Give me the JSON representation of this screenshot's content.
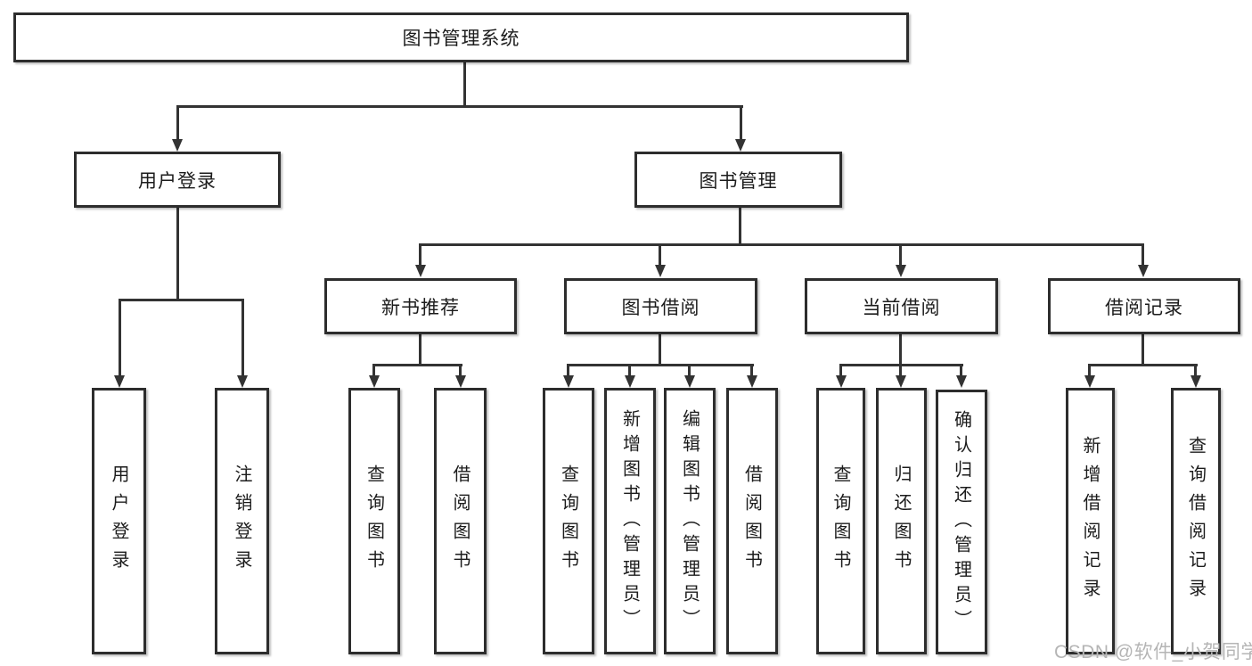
{
  "diagram": {
    "root": {
      "label": "图书管理系统"
    },
    "branches": {
      "user_login": {
        "label": "用户登录",
        "children": [
          {
            "label": "用户登录"
          },
          {
            "label": "注销登录"
          }
        ]
      },
      "book_mgmt": {
        "label": "图书管理",
        "sections": [
          {
            "label": "新书推荐",
            "children": [
              {
                "label": "查询图书"
              },
              {
                "label": "借阅图书"
              }
            ]
          },
          {
            "label": "图书借阅",
            "children": [
              {
                "label": "查询图书"
              },
              {
                "label": "新增图书（管理员）"
              },
              {
                "label": "编辑图书（管理员）"
              },
              {
                "label": "借阅图书"
              }
            ]
          },
          {
            "label": "当前借阅",
            "children": [
              {
                "label": "查询图书"
              },
              {
                "label": "归还图书"
              },
              {
                "label": "确认归还（管理员）"
              }
            ]
          },
          {
            "label": "借阅记录",
            "children": [
              {
                "label": "新增借阅记录"
              },
              {
                "label": "查询借阅记录"
              }
            ]
          }
        ]
      }
    },
    "watermark": "CSDN @软件_小贺同学",
    "colors": {
      "line": "#333333",
      "box_border": "#2d2d2d",
      "text": "#1c1c1c",
      "watermark": "#b5b5b5",
      "background": "#ffffff"
    }
  }
}
